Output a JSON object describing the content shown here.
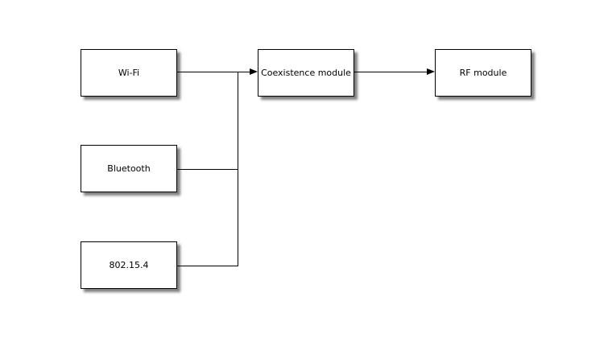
{
  "diagram": {
    "type": "block-diagram",
    "background_color": "#ffffff",
    "node_fill_color": "#ffffff",
    "node_border_color": "#000000",
    "connector_color": "#000000",
    "text_color": "#000000",
    "nodes": {
      "wifi": {
        "label": "Wi-Fi"
      },
      "bluetooth": {
        "label": "Bluetooth"
      },
      "ieee802154": {
        "label": "802.15.4"
      },
      "coexistence": {
        "label": "Coexistence module"
      },
      "rf": {
        "label": "RF module"
      }
    },
    "edges": [
      {
        "from": "Wi-Fi",
        "to": "Coexistence module",
        "arrow": true
      },
      {
        "from": "Bluetooth",
        "to": "Coexistence module",
        "arrow": true,
        "via": "trunk merge with Wi-Fi line"
      },
      {
        "from": "802.15.4",
        "to": "Coexistence module",
        "arrow": true,
        "via": "trunk merge with Wi-Fi line"
      },
      {
        "from": "Coexistence module",
        "to": "RF module",
        "arrow": true
      }
    ]
  }
}
